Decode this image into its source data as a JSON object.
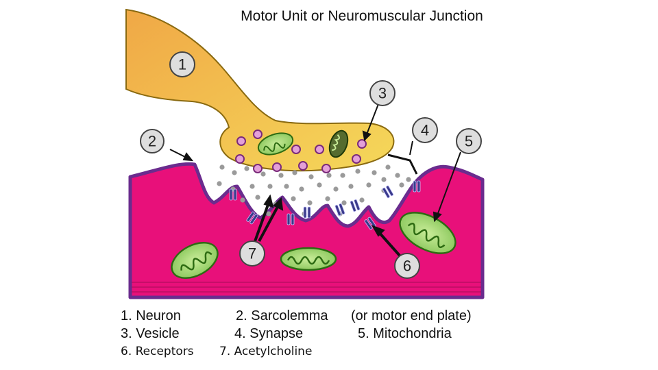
{
  "title": "Motor Unit or Neuromuscular Junction",
  "callouts": [
    "1",
    "2",
    "3",
    "4",
    "5",
    "6",
    "7"
  ],
  "legend": {
    "neuron": "1.  Neuron",
    "sarcolemma": "2.  Sarcolemma",
    "motor_end_plate": "(or motor end plate)",
    "vesicle": "3.  Vesicle",
    "synapse": "4.  Synapse",
    "mitochondria": "5.  Mitochondria",
    "receptors": "6.  Receptors",
    "acetylcholine": "7.  Acetylcholine"
  },
  "colors": {
    "neuron_fill": "#f2c14e",
    "neuron_outline": "#8a6a10",
    "muscle_fill": "#e8107a",
    "muscle_outline": "#6a2c8e",
    "mitochondria_fill": "#a8d870",
    "mitochondria_outline": "#2d6b12",
    "vesicle_fill": "#e4a0d8",
    "vesicle_outline": "#7a2a7a",
    "acetylcholine": "#9a9a9a",
    "receptor": "#3a3a8a",
    "callout_fill": "#dedede"
  }
}
